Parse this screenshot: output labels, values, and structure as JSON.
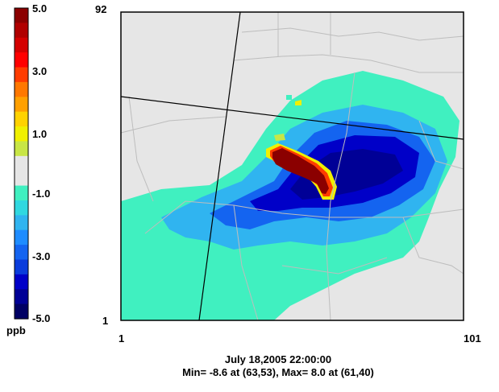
{
  "chart_data": {
    "type": "heatmap",
    "title": "",
    "colorbar": {
      "unit": "ppb",
      "min": -5.0,
      "max": 5.0,
      "tick_labels": [
        "5.0",
        "3.0",
        "1.0",
        "-1.0",
        "-3.0",
        "-5.0"
      ],
      "colors": [
        "#8b0000",
        "#b00000",
        "#d40000",
        "#ff0000",
        "#ff3c00",
        "#ff7800",
        "#ffa000",
        "#ffd200",
        "#f0f000",
        "#c8e646",
        "#e6e6e6",
        "#e6e6e6",
        "#40f0c0",
        "#30d8e0",
        "#30b4f0",
        "#1e8cff",
        "#1464f0",
        "#0a3cdc",
        "#0000c8",
        "#000096",
        "#000064"
      ]
    },
    "x_axis": {
      "min": 1,
      "max": 101,
      "tick_labels": [
        "1",
        "101"
      ]
    },
    "y_axis": {
      "min": 1,
      "max": 92,
      "tick_labels": [
        "1",
        "92"
      ]
    },
    "timestamp": "July 18,2005 22:00:00",
    "stats": {
      "min_label": "Min=",
      "min_value": "-8.6 at (63,53),",
      "max_label": "Max=",
      "max_value": "8.0 at (61,40)"
    },
    "background_color": "#e6e6e6"
  }
}
